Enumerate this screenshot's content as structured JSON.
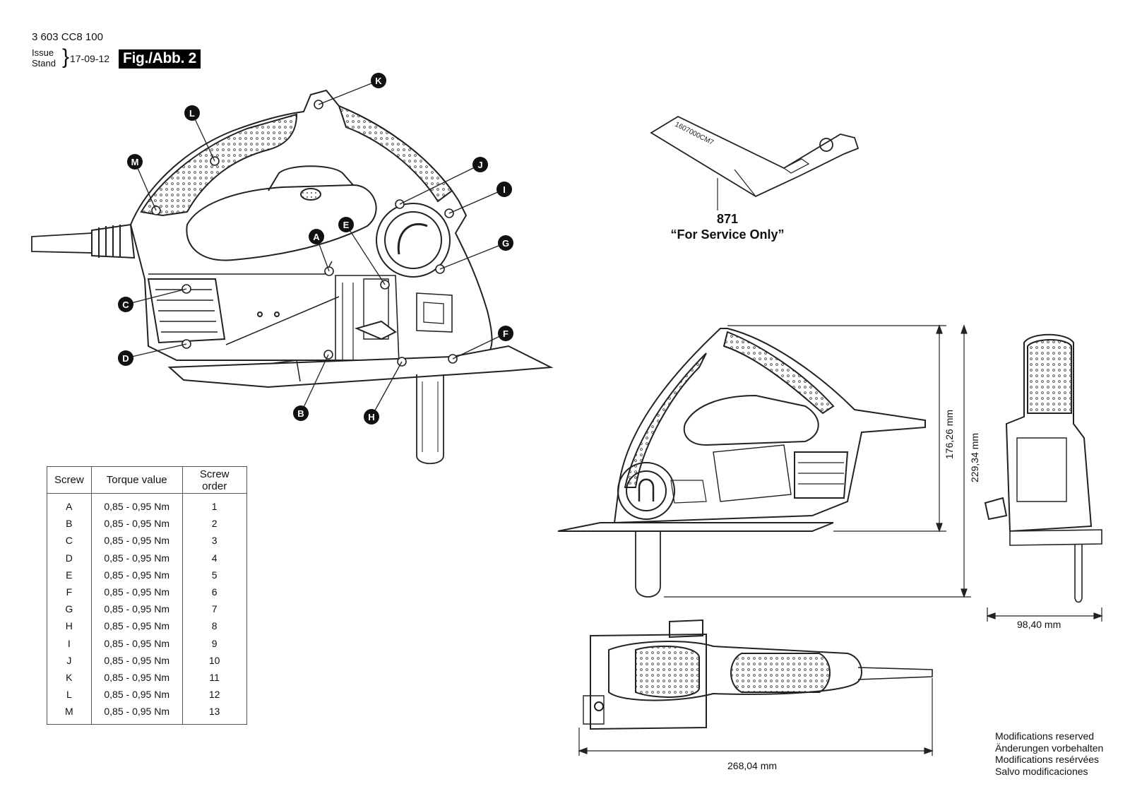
{
  "header": {
    "doc_number": "3 603 CC8 100",
    "issue_label": "Issue",
    "stand_label": "Stand",
    "date": "17-09-12",
    "figure_label": "Fig./Abb. 2"
  },
  "callouts": [
    "K",
    "L",
    "M",
    "J",
    "I",
    "A",
    "E",
    "G",
    "C",
    "F",
    "D",
    "B",
    "H"
  ],
  "service_part": {
    "number": "871",
    "note": "“For Service Only”",
    "tool_marking": "1607000CM7"
  },
  "torque_table": {
    "headers": [
      "Screw",
      "Torque value",
      "Screw order"
    ],
    "rows": [
      [
        "A",
        "0,85 - 0,95 Nm",
        "1"
      ],
      [
        "B",
        "0,85 - 0,95 Nm",
        "2"
      ],
      [
        "C",
        "0,85 - 0,95 Nm",
        "3"
      ],
      [
        "D",
        "0,85 - 0,95 Nm",
        "4"
      ],
      [
        "E",
        "0,85 - 0,95 Nm",
        "5"
      ],
      [
        "F",
        "0,85 - 0,95 Nm",
        "6"
      ],
      [
        "G",
        "0,85 - 0,95 Nm",
        "7"
      ],
      [
        "H",
        "0,85 - 0,95 Nm",
        "8"
      ],
      [
        "I",
        "0,85 - 0,95 Nm",
        "9"
      ],
      [
        "J",
        "0,85 - 0,95 Nm",
        "10"
      ],
      [
        "K",
        "0,85 - 0,95 Nm",
        "11"
      ],
      [
        "L",
        "0,85 - 0,95 Nm",
        "12"
      ],
      [
        "M",
        "0,85 - 0,95 Nm",
        "13"
      ]
    ]
  },
  "dimensions": {
    "height_body": "176,26 mm",
    "height_total": "229,34 mm",
    "width": "98,40 mm",
    "length": "268,04 mm"
  },
  "modifications": [
    "Modifications reserved",
    "Änderungen vorbehalten",
    "Modifications resérvées",
    "Salvo modificaciones"
  ]
}
